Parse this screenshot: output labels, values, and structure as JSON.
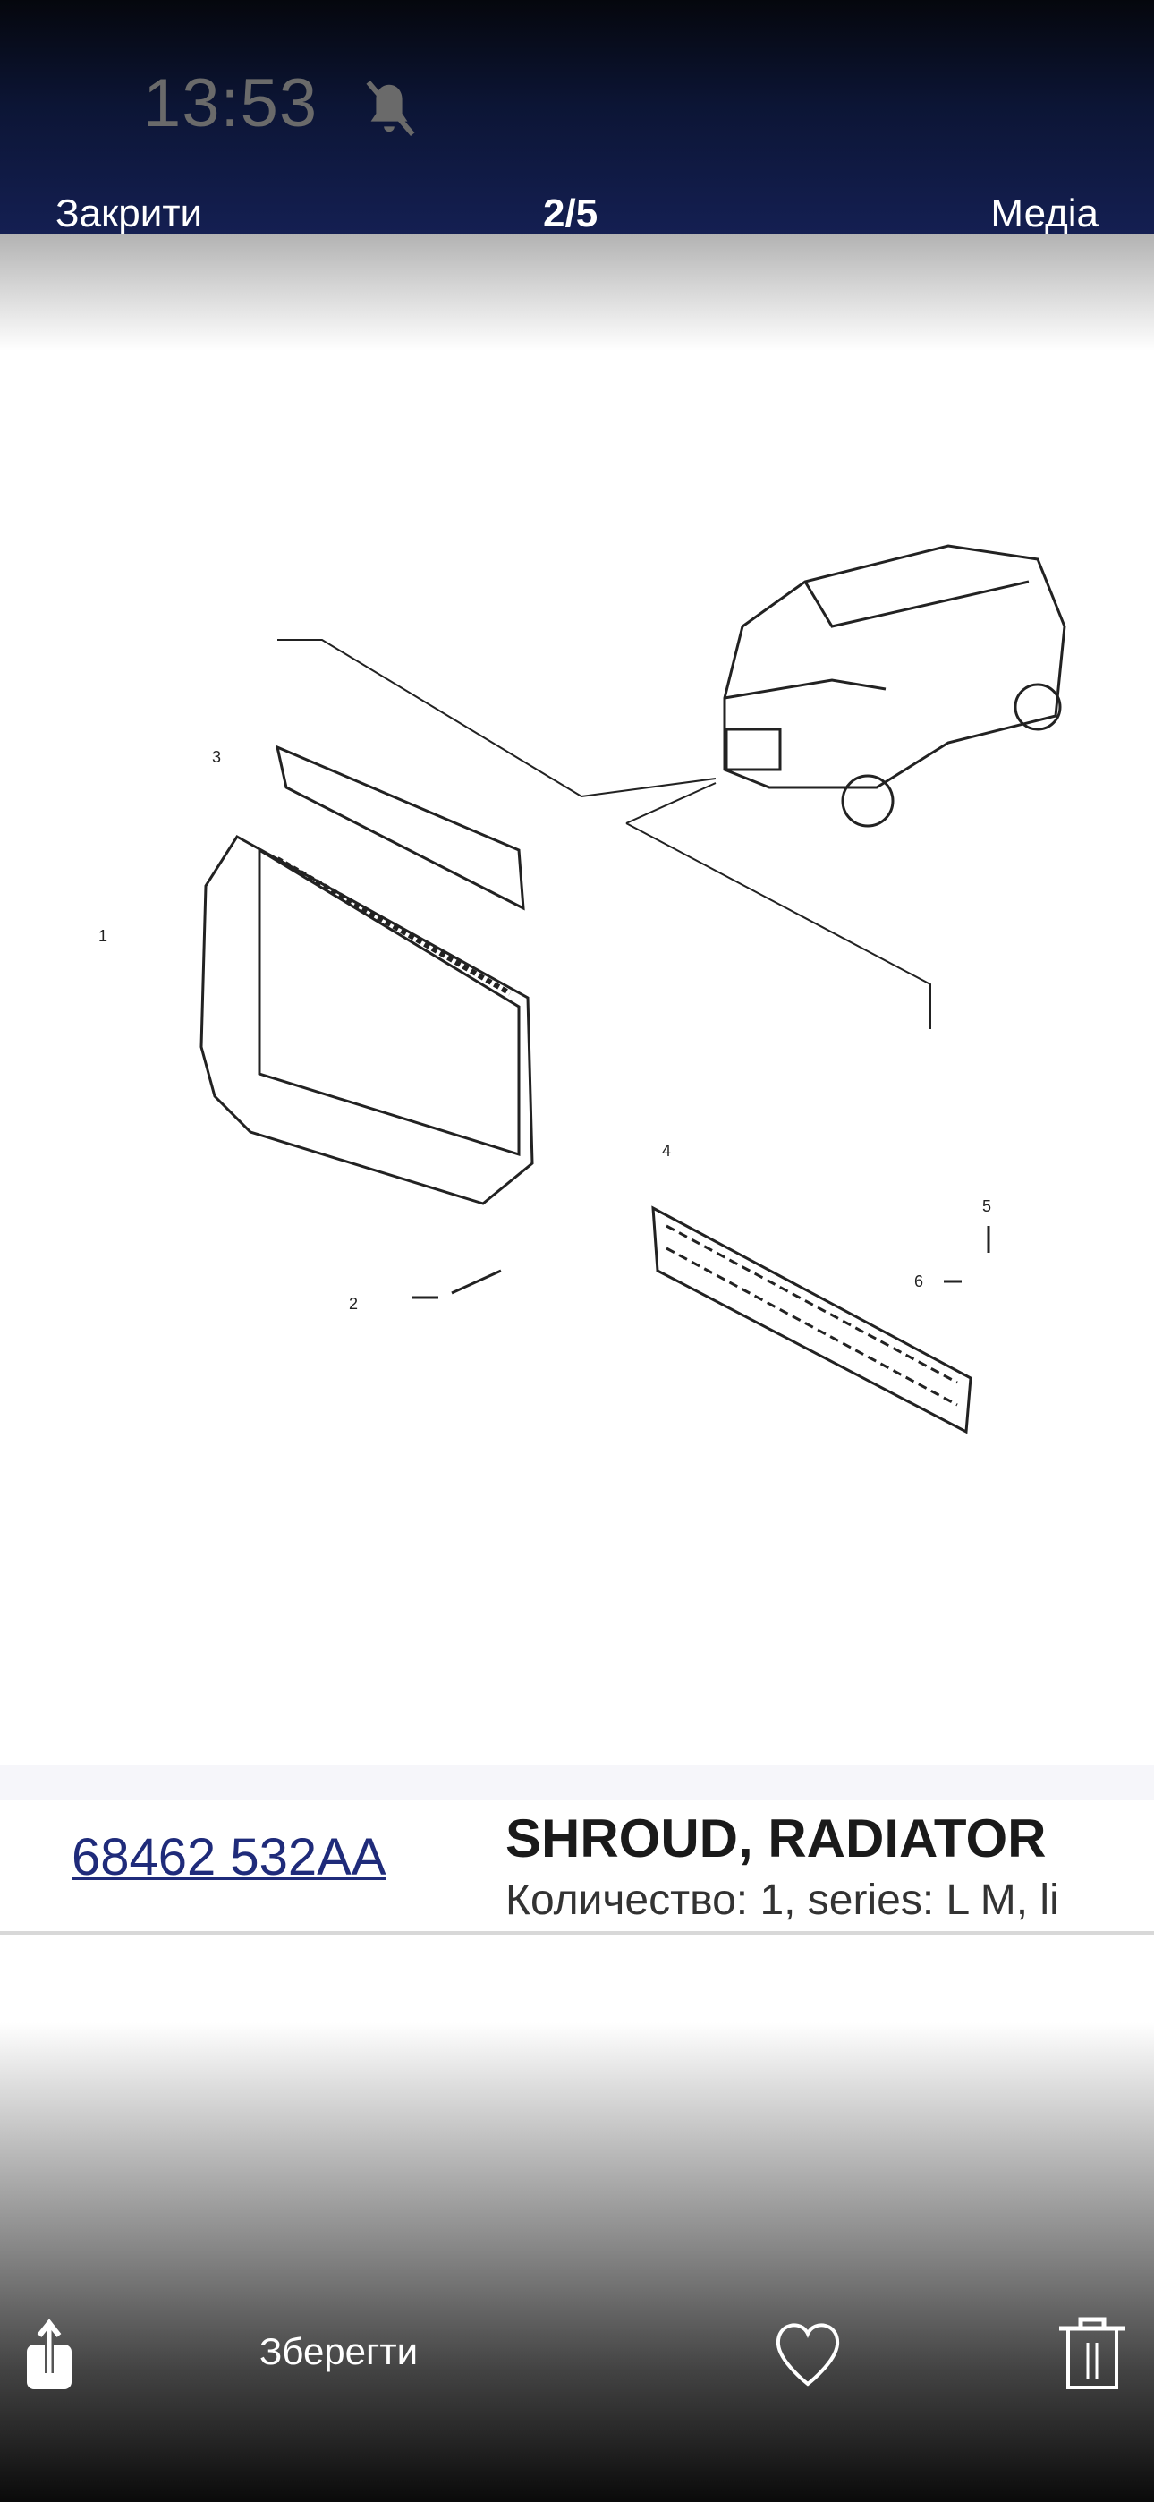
{
  "status_bar": {
    "time": "13:53",
    "icon": "bell-slash-icon"
  },
  "nav": {
    "close_label": "Закрити",
    "counter": "2/5",
    "media_label": "Медіа"
  },
  "diagram": {
    "callouts": [
      "1",
      "2",
      "3",
      "4",
      "5",
      "6"
    ]
  },
  "part": {
    "number": "68462 532AA",
    "title": "SHROUD, RADIATOR",
    "description": "Количество: 1, series: L M, li"
  },
  "toolbar": {
    "share_icon": "share-icon",
    "save_label": "Зберегти",
    "like_icon": "heart-icon",
    "delete_icon": "trash-icon"
  }
}
